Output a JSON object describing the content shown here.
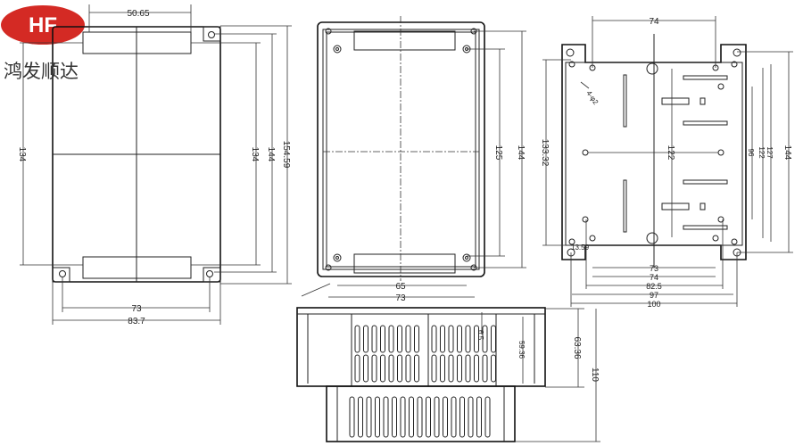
{
  "logo": {
    "mark": "HF",
    "company": "鸿发顺达",
    "color": "#d42a24"
  },
  "top_view": {
    "dims": {
      "tab_width": "50.65",
      "left_height": "134",
      "inner_height": "134",
      "hole_height": "144",
      "overall_height": "154.59",
      "hole_spacing": "73",
      "overall_width": "83.7"
    }
  },
  "front_view": {
    "dims": {
      "screw_height": "125",
      "hole_height": "144",
      "inner_width": "65",
      "hole_width": "73"
    }
  },
  "bottom_view": {
    "dims": {
      "top_width": "74",
      "left_height": "133.32",
      "overall_height": "144",
      "h127": "127",
      "h122": "122",
      "h96": "96",
      "center_122": "122",
      "hole_dia": "4-φ2",
      "offset": "13.59",
      "w73": "73",
      "w74": "74",
      "w82_5": "82.5",
      "w97": "97",
      "w100": "100"
    }
  },
  "side_view": {
    "dims": {
      "lid_height": "63.36",
      "inner_height": "59.36",
      "lip": "6.5",
      "overall_height": "110"
    }
  }
}
